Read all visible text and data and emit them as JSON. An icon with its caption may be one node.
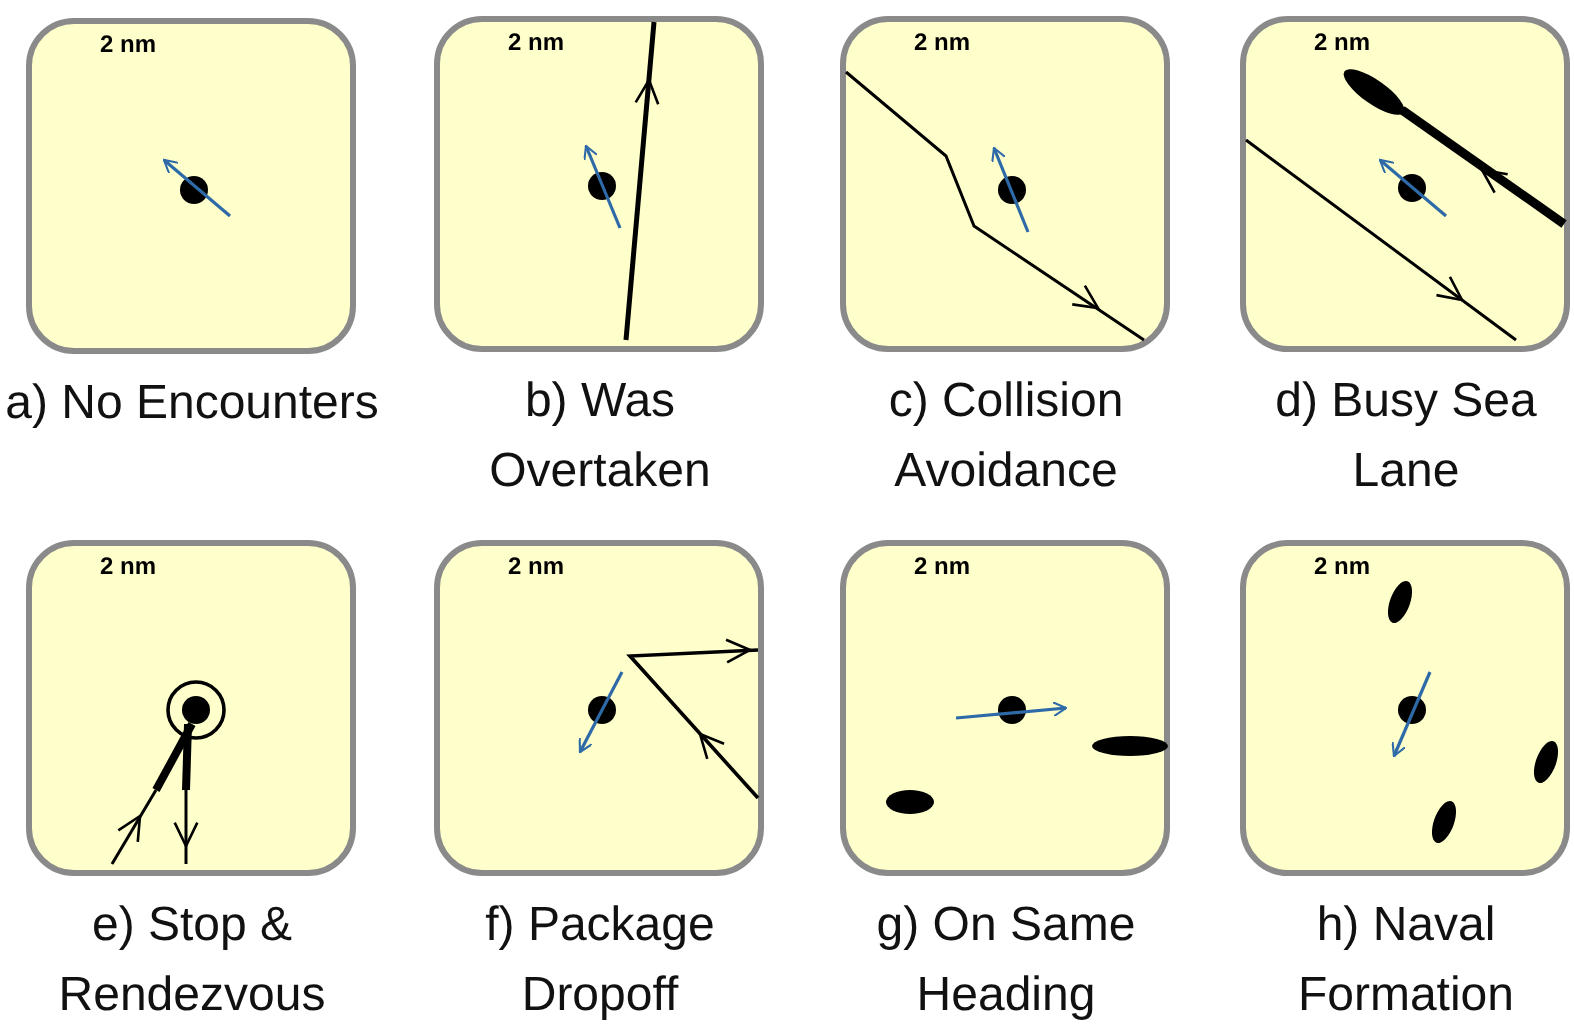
{
  "diagram": {
    "nodes": [
      {
        "text": [
          "2 nm"
        ],
        "beside": [
          "a) No Encounters"
        ]
      },
      {
        "text": [
          "2 nm"
        ],
        "beside": [
          "b) Was Overtaken"
        ]
      },
      {
        "text": [
          "2 nm"
        ],
        "beside": [
          "c) Collision Avoidance"
        ]
      },
      {
        "text": [
          "2 nm"
        ],
        "beside": [
          "d) Busy Sea Lane"
        ]
      },
      {
        "text": [
          "2 nm"
        ],
        "beside": [
          "e) Stop & Rendezvous"
        ]
      },
      {
        "text": [
          "2 nm"
        ],
        "beside": [
          "f) Package Dropoff"
        ]
      },
      {
        "text": [
          "2 nm"
        ],
        "beside": [
          "g) On Same Heading"
        ]
      },
      {
        "text": [
          "2 nm"
        ],
        "beside": [
          "h) Naval Formation"
        ]
      }
    ]
  }
}
